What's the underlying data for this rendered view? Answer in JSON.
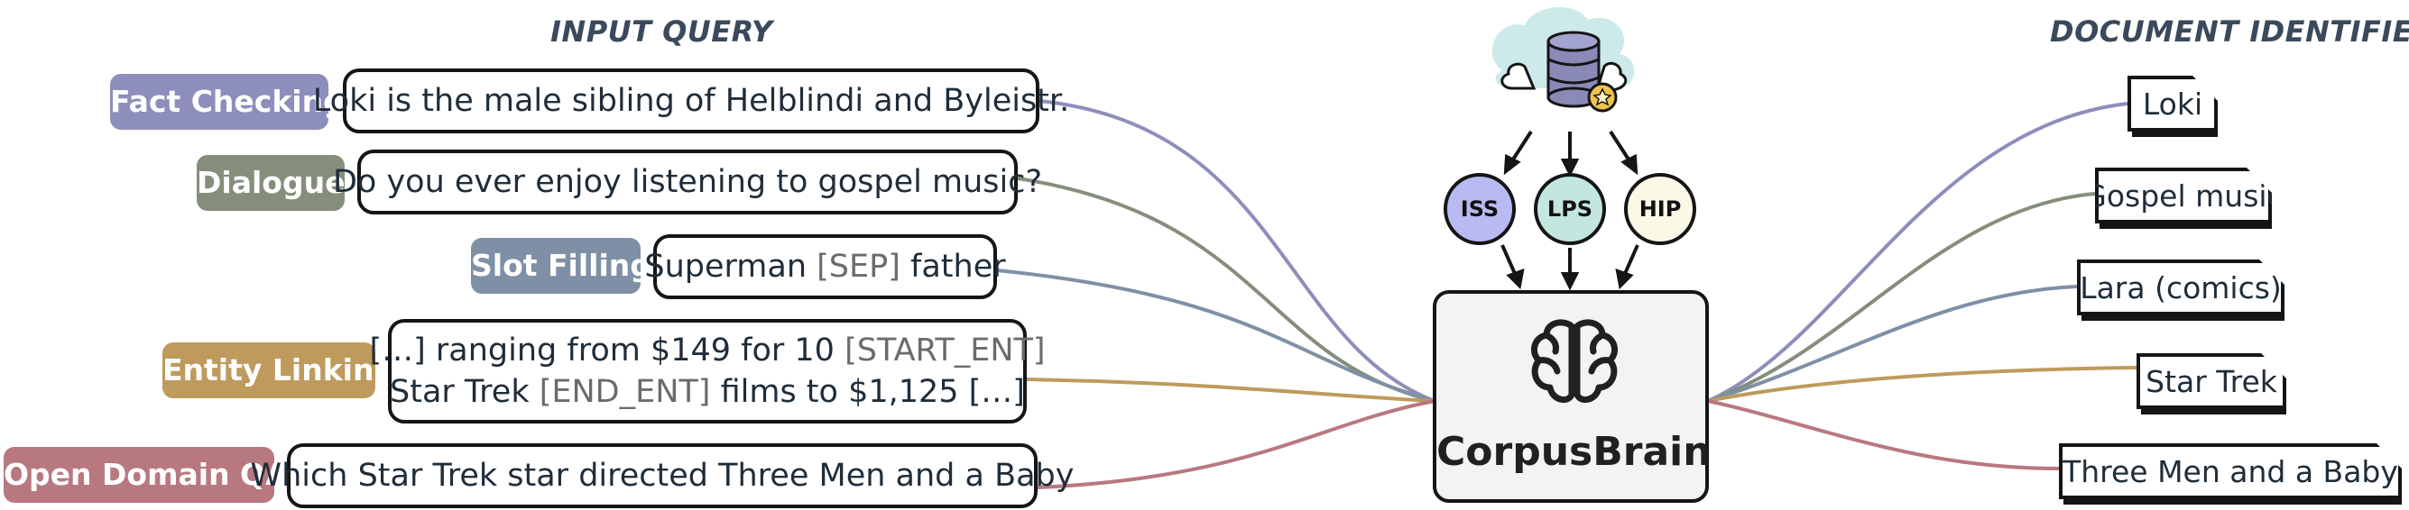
{
  "headers": {
    "input": "INPUT QUERY",
    "output": "DOCUMENT IDENTIFIER"
  },
  "tasks": [
    {
      "label": "Fact Checking",
      "color": "#8e8ebd"
    },
    {
      "label": "Dialogue",
      "color": "#858e7b"
    },
    {
      "label": "Slot Filling",
      "color": "#7f90a6"
    },
    {
      "label": "Entity Linking",
      "color": "#be9a5c"
    },
    {
      "label": "Open Domain QA",
      "color": "#b87880"
    }
  ],
  "queries": {
    "fact_checking": "Loki is the male sibling of Helblindi and Byleistr.",
    "dialogue": "Do you ever enjoy listening to gospel music?",
    "slot_filling": {
      "a": "Superman ",
      "sep": "[SEP]",
      "b": " father"
    },
    "entity_linking": {
      "l1_a": "[…] ranging from $149 for 10 ",
      "l1_tok": "[START_ENT]",
      "l2_a": "Star Trek ",
      "l2_tok": "[END_ENT]",
      "l2_b": " films to $1,125 […]"
    },
    "open_qa": "Which Star Trek star directed Three Men and a Baby"
  },
  "documents": [
    "Loki",
    "Gospel music",
    "Lara (comics)",
    "Star Trek",
    "Three Men and a Baby"
  ],
  "model": {
    "name": "CorpusBrain",
    "tasks": [
      {
        "label": "ISS",
        "color": "#babaf2"
      },
      {
        "label": "LPS",
        "color": "#c3e6df"
      },
      {
        "label": "HIP",
        "color": "#fbf8e8"
      }
    ]
  },
  "icons": [
    "database-cloud-icon",
    "brain-icon"
  ]
}
